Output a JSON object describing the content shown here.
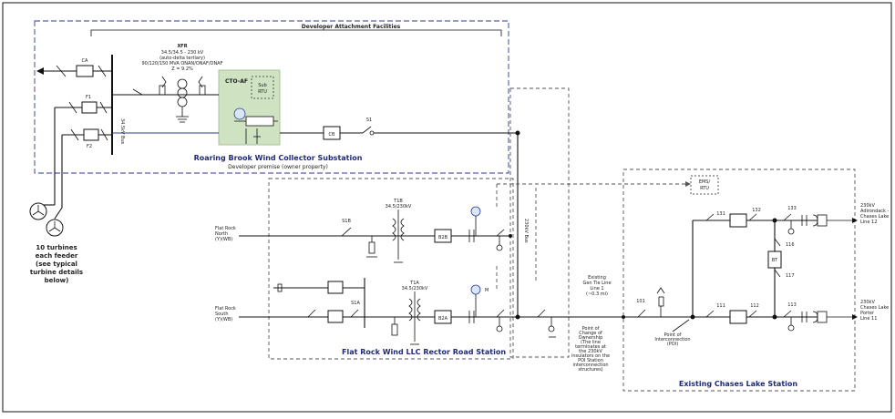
{
  "regions": {
    "developer": {
      "title": "Developer Attachment Facilities"
    },
    "collector": {
      "title": "Roaring Brook Wind Collector Substation",
      "subtitle": "Developer premise (owner property)"
    },
    "flat_rock": {
      "title": "Flat Rock Wind LLC Rector Road Station"
    },
    "chases": {
      "title": "Existing Chases Lake Station"
    }
  },
  "collector": {
    "ca_label": "CA",
    "f1_label": "F1",
    "f2_label": "F2",
    "bus_label": "34.5kV Bus",
    "transformer_label": "XFR",
    "transformer_spec": [
      "34.5/34.5 - 230 kV",
      "(auto-delta tertiary)",
      "90/120/150 MVA ONAN/ONAF/ONAF",
      "Z = 9.2%"
    ],
    "cto_label": "CTO-AF",
    "cto_inner": [
      "Sub",
      "RTU"
    ],
    "breaker_label": "CB",
    "switch_label": "S1"
  },
  "turbines": {
    "note": [
      "10 turbines",
      "each feeder",
      "(see typical",
      "turbine details",
      "below)"
    ]
  },
  "flat_rock": {
    "line_top": [
      "Flat Rock",
      "North",
      "(Y)(WB)"
    ],
    "line_bottom": [
      "Flat Rock",
      "South",
      "(Y)(WB)"
    ],
    "sw_top": "S1B",
    "sw_bottom": "S1A",
    "xfr_top": [
      "T1B",
      "34.5/230kV"
    ],
    "xfr_bottom": [
      "T1A",
      "34.5/230kV"
    ],
    "cb_top": "B2B",
    "cb_bottom": "B2A",
    "tie_label": "230kV Bus",
    "meter_label": "M"
  },
  "tie": {
    "gen_tie": [
      "Existing",
      "Gen Tie Line",
      "Line 1",
      "(~0.3 mi)"
    ],
    "poco": [
      "Point of",
      "Change of",
      "Ownership",
      "(The line",
      "terminates at",
      "the 230kV",
      "insulators on the",
      "POI Station",
      "interconnection",
      "structures)"
    ]
  },
  "chases": {
    "ems": [
      "EMS/",
      "RTU"
    ],
    "poi": [
      "Point of",
      "Interconnection",
      "(POI)"
    ],
    "sw_101": "101",
    "bk_131": "131",
    "sw_132": "132",
    "sw_133": "133",
    "sw_111": "111",
    "sw_112": "112",
    "sw_113": "113",
    "sw_116": "116",
    "sw_117": "117",
    "bk_tie": "BT",
    "out_top": [
      "230kV",
      "Adirondack -",
      "Chases Lake",
      "Line 12"
    ],
    "out_bottom": [
      "230kV",
      "Chases Lake -",
      "Porter",
      "Line 11"
    ]
  }
}
